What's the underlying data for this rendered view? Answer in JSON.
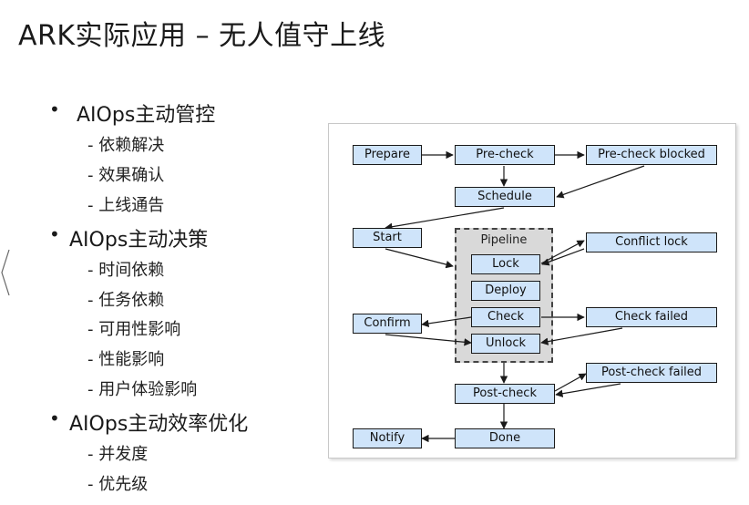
{
  "slide": {
    "title": "ARK实际应用 – 无人值守上线",
    "bullets": [
      {
        "label": "AIOps主动管控",
        "subs": [
          "- 依赖解决",
          "- 效果确认",
          "- 上线通告"
        ]
      },
      {
        "label": "AIOps主动决策",
        "subs": [
          "- 时间依赖",
          "- 任务依赖",
          "- 可用性影响",
          "- 性能影响",
          "- 用户体验影响"
        ]
      },
      {
        "label": "AIOps主动效率优化",
        "subs": [
          "- 并发度",
          "- 优先级"
        ]
      }
    ]
  },
  "diagram": {
    "pipeline_label": "Pipeline",
    "nodes": {
      "prepare": "Prepare",
      "precheck": "Pre-check",
      "precheck_blocked": "Pre-check blocked",
      "schedule": "Schedule",
      "start": "Start",
      "lock": "Lock",
      "deploy": "Deploy",
      "check": "Check",
      "unlock": "Unlock",
      "conflict_lock": "Conflict lock",
      "confirm": "Confirm",
      "check_failed": "Check failed",
      "postcheck_failed": "Post-check failed",
      "postcheck": "Post-check",
      "notify": "Notify",
      "done": "Done"
    },
    "colors": {
      "node_fill": "#cfe4fa",
      "pipeline_fill": "#d9d9d9",
      "stroke": "#1a1a1a"
    }
  }
}
